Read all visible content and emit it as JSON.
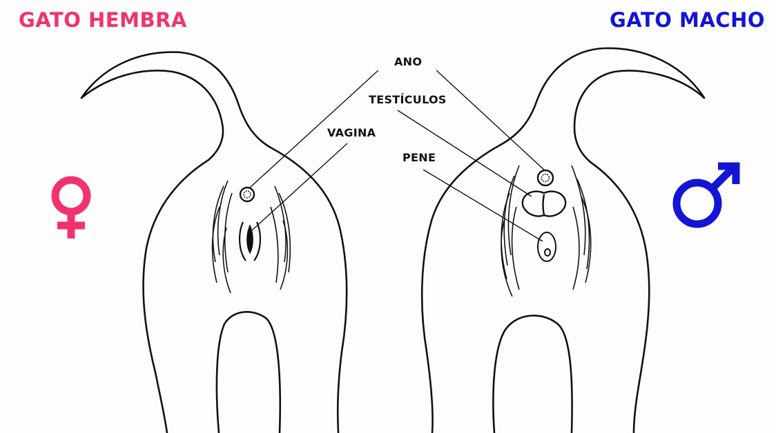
{
  "titles": {
    "female": "GATO HEMBRA",
    "male": "GATO MACHO"
  },
  "labels": {
    "anus": "ANO",
    "testicles": "TESTÍCULOS",
    "vagina": "VAGINA",
    "penis": "PENE"
  },
  "symbols": {
    "female": "female-symbol-icon",
    "male": "male-symbol-icon"
  },
  "colors": {
    "female": "#f0336f",
    "male": "#1414d6",
    "ink": "#111111"
  }
}
